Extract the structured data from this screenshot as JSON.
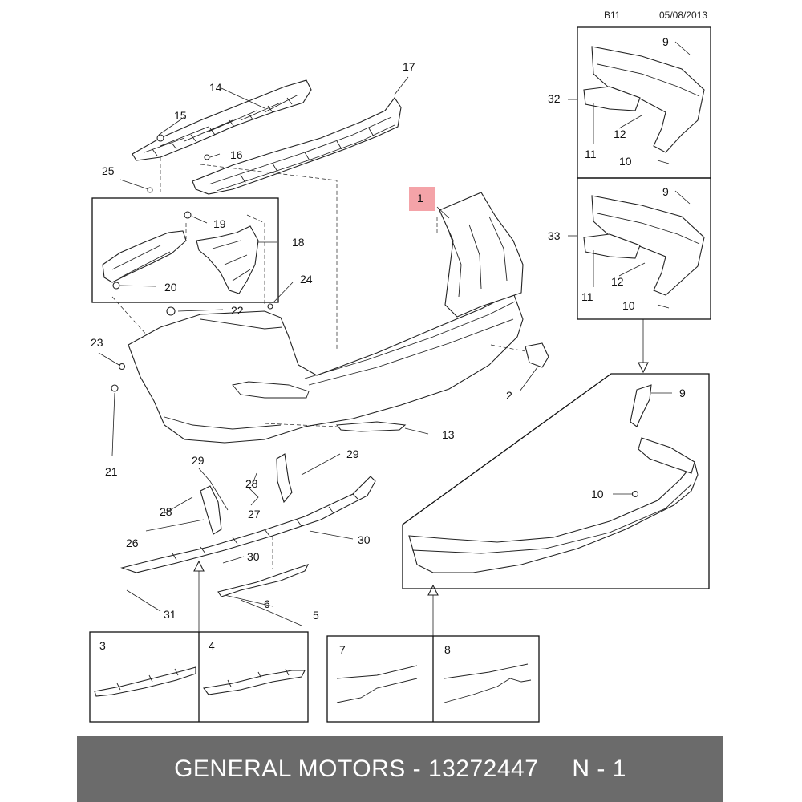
{
  "header": {
    "section": "B11",
    "date": "05/08/2013"
  },
  "highlight_color": "#f4a3a8",
  "callouts": [
    {
      "id": "c1",
      "text": "1",
      "highlighted": true
    },
    {
      "id": "c2",
      "text": "2"
    },
    {
      "id": "c3",
      "text": "3"
    },
    {
      "id": "c4",
      "text": "4"
    },
    {
      "id": "c5",
      "text": "5"
    },
    {
      "id": "c6",
      "text": "6"
    },
    {
      "id": "c7",
      "text": "7"
    },
    {
      "id": "c8",
      "text": "8"
    },
    {
      "id": "c9a",
      "text": "9"
    },
    {
      "id": "c9b",
      "text": "9"
    },
    {
      "id": "c9c",
      "text": "9"
    },
    {
      "id": "c10a",
      "text": "10"
    },
    {
      "id": "c10b",
      "text": "10"
    },
    {
      "id": "c10c",
      "text": "10"
    },
    {
      "id": "c11a",
      "text": "11"
    },
    {
      "id": "c11b",
      "text": "11"
    },
    {
      "id": "c12a",
      "text": "12"
    },
    {
      "id": "c12b",
      "text": "12"
    },
    {
      "id": "c13",
      "text": "13"
    },
    {
      "id": "c14",
      "text": "14"
    },
    {
      "id": "c15",
      "text": "15"
    },
    {
      "id": "c16",
      "text": "16"
    },
    {
      "id": "c17",
      "text": "17"
    },
    {
      "id": "c18",
      "text": "18"
    },
    {
      "id": "c19",
      "text": "19"
    },
    {
      "id": "c20",
      "text": "20"
    },
    {
      "id": "c21",
      "text": "21"
    },
    {
      "id": "c22",
      "text": "22"
    },
    {
      "id": "c23",
      "text": "23"
    },
    {
      "id": "c24",
      "text": "24"
    },
    {
      "id": "c25",
      "text": "25"
    },
    {
      "id": "c26",
      "text": "26"
    },
    {
      "id": "c27",
      "text": "27"
    },
    {
      "id": "c28a",
      "text": "28"
    },
    {
      "id": "c28b",
      "text": "28"
    },
    {
      "id": "c29a",
      "text": "29"
    },
    {
      "id": "c29b",
      "text": "29"
    },
    {
      "id": "c30a",
      "text": "30"
    },
    {
      "id": "c30b",
      "text": "30"
    },
    {
      "id": "c31",
      "text": "31"
    },
    {
      "id": "c32",
      "text": "32"
    },
    {
      "id": "c33",
      "text": "33"
    }
  ],
  "footer": {
    "brand_part": "GENERAL MOTORS - 13272447",
    "quantity": "N - 1"
  }
}
